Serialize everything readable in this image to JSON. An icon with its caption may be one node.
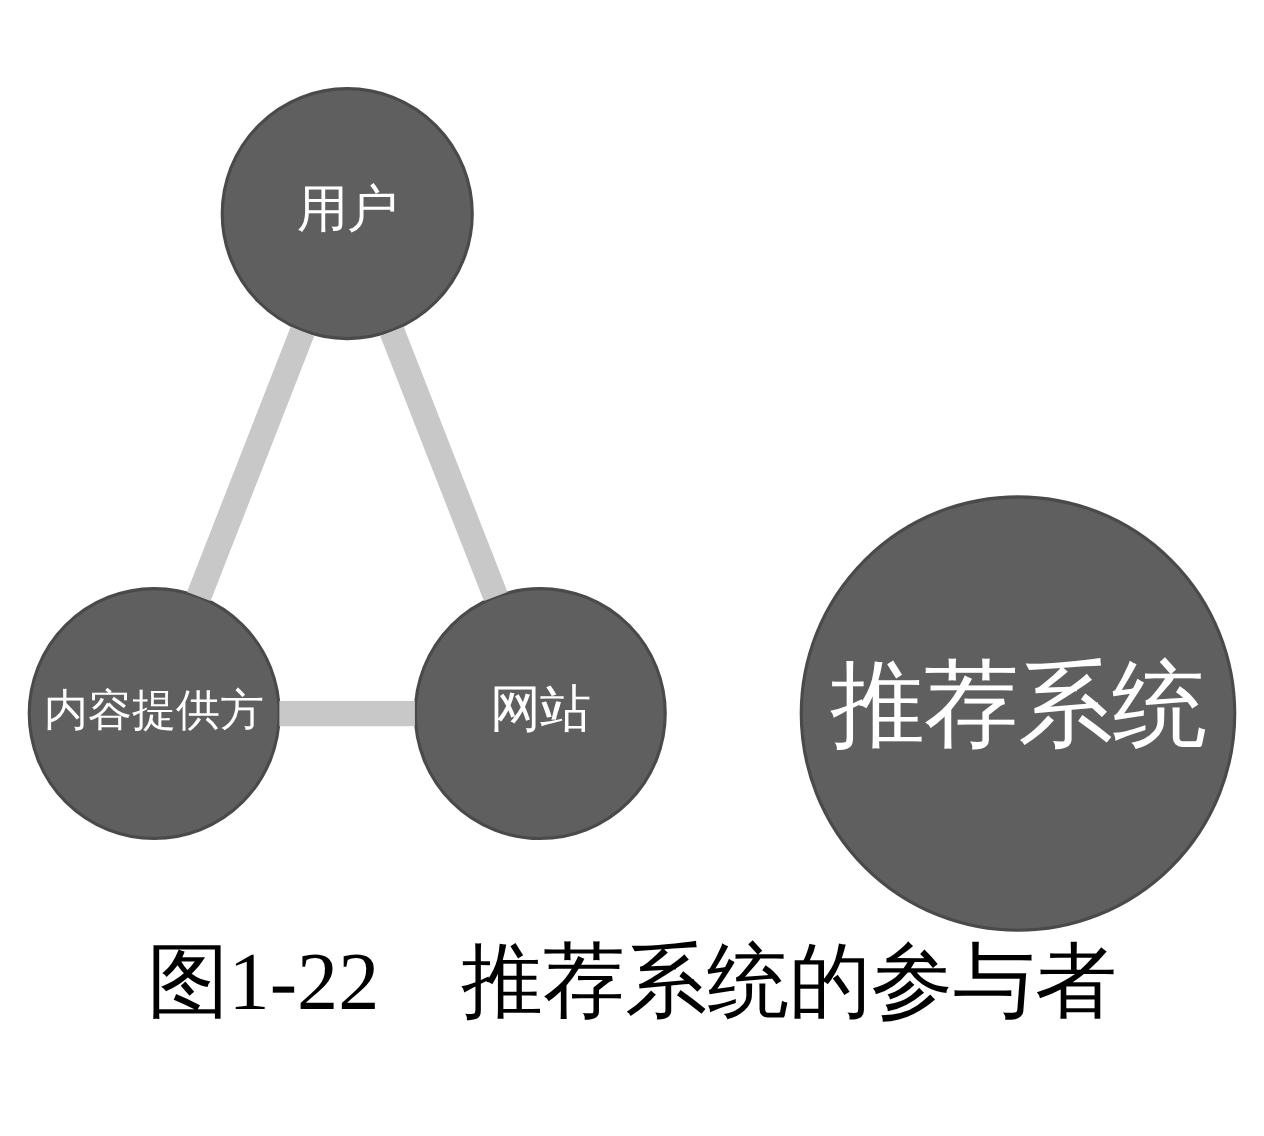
{
  "diagram": {
    "caption": "图1-22　推荐系统的参与者",
    "nodes": [
      {
        "text": [
          "用户"
        ]
      },
      {
        "text": [
          "推荐系统"
        ]
      },
      {
        "text": [
          "网站"
        ]
      },
      {
        "text": [
          "内容提供方"
        ]
      }
    ],
    "edges": [
      {
        "from": 0,
        "to": 3,
        "arrow": "none"
      },
      {
        "from": 3,
        "to": 2,
        "arrow": "none"
      },
      {
        "from": 2,
        "to": 0,
        "arrow": "none"
      }
    ]
  }
}
